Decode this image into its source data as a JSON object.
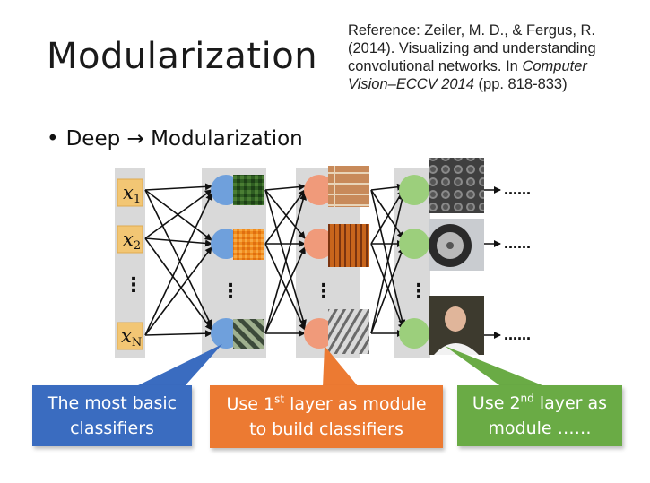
{
  "slide": {
    "title": "Modularization",
    "reference": {
      "line1": "Reference: Zeiler, M. D., & Fergus, R.",
      "line2": "(2014). Visualizing and understanding",
      "line3": "convolutional networks. In ",
      "line3_italic": "Computer",
      "line4_italic": "Vision–ECCV 2014",
      "line4": " (pp. 818-833)"
    },
    "bullet": "Deep → Modularization"
  },
  "diagram": {
    "inputs": [
      {
        "base": "x",
        "sub": "1"
      },
      {
        "base": "x",
        "sub": "2"
      },
      {
        "base": "x",
        "sub": "N"
      }
    ],
    "vertical_dots": "⋮",
    "output_trail": "……",
    "colors": {
      "input_box": "#f2c674",
      "layer1_node": "#6fa0dc",
      "layer2_node": "#f09a7a",
      "layer3_node": "#9ccf7c",
      "column_band": "#d9d9d9"
    }
  },
  "callouts": {
    "first": {
      "line1": "The most basic",
      "line2": "classifiers"
    },
    "second": {
      "pre": "Use 1",
      "sup": "st",
      "post": " layer as module",
      "line2": "to build classifiers"
    },
    "third": {
      "pre": "Use 2",
      "sup": "nd",
      "post": " layer as",
      "line2": "module ……"
    }
  }
}
